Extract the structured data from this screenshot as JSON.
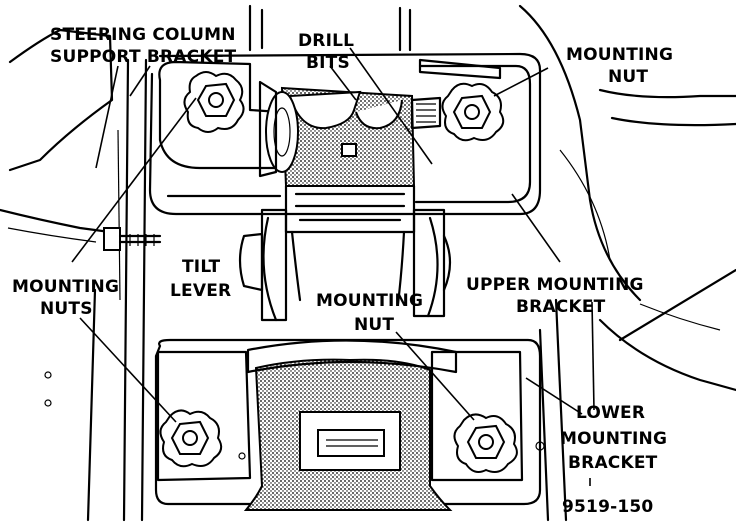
{
  "labels": {
    "steering_column_support_bracket": [
      "STEERING COLUMN",
      "SUPPORT BRACKET"
    ],
    "drill_bits": [
      "DRILL",
      "BITS"
    ],
    "mounting_nut_top": [
      "MOUNTING",
      "NUT"
    ],
    "mounting_nuts_left": [
      "MOUNTING",
      "NUTS"
    ],
    "tilt_lever": [
      "TILT",
      "LEVER"
    ],
    "mounting_nut_center": [
      "MOUNTING",
      "NUT"
    ],
    "upper_mounting_bracket": [
      "UPPER MOUNTING",
      "BRACKET"
    ],
    "lower_mounting_bracket": [
      "LOWER",
      "MOUNTING",
      "BRACKET"
    ]
  },
  "figure_number": "9519-150"
}
